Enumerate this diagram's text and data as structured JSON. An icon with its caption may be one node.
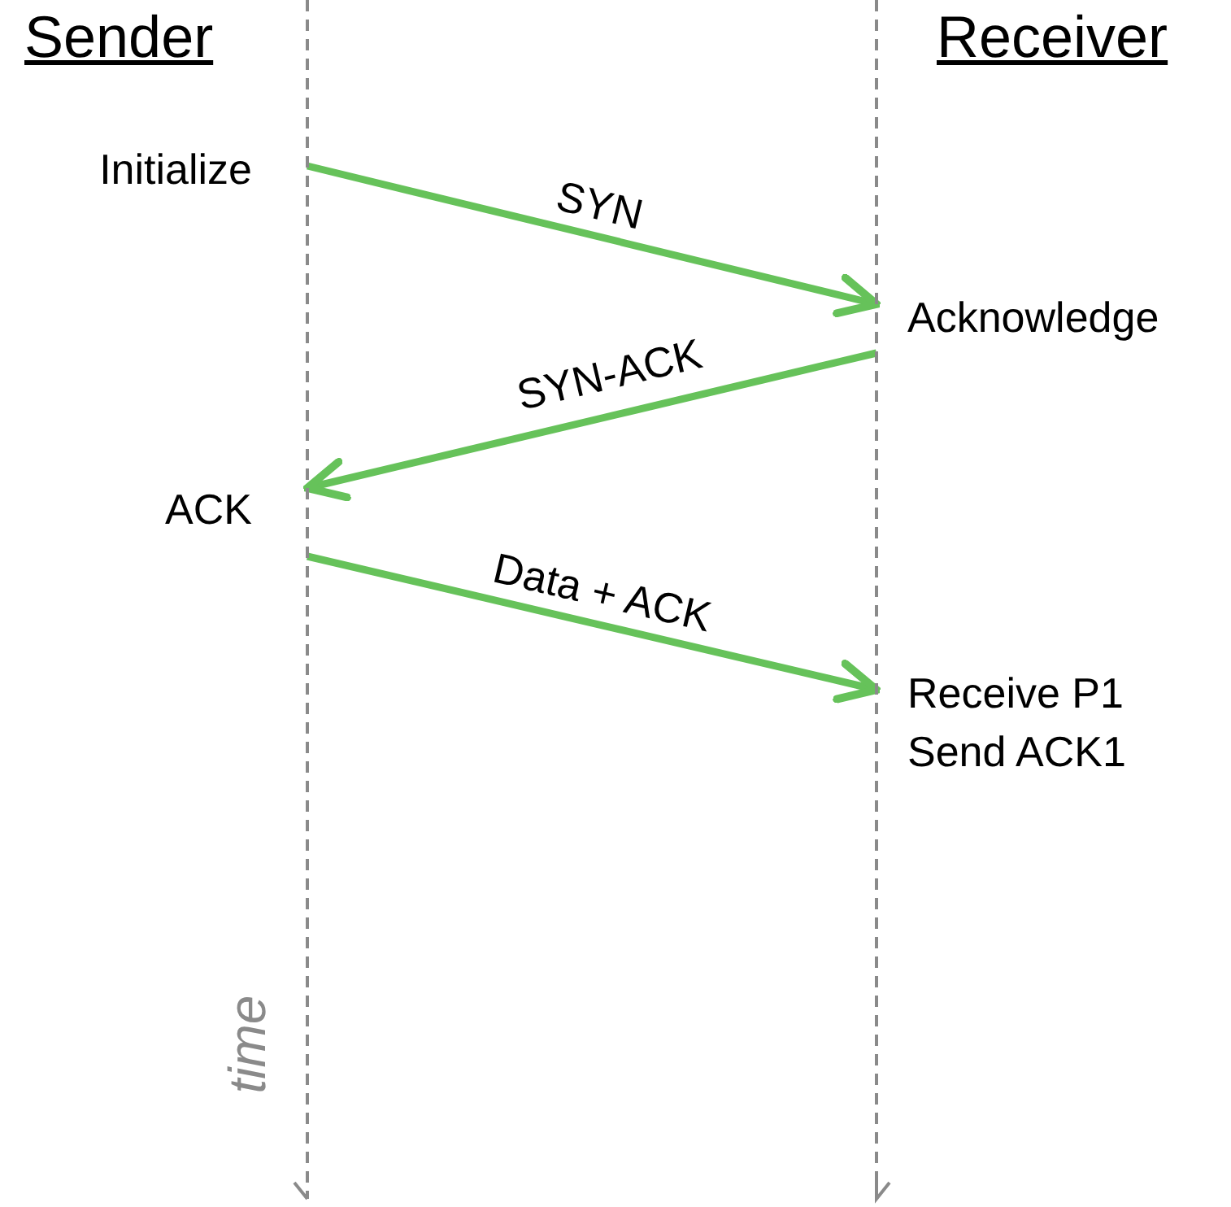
{
  "diagram": {
    "nodes": [
      {
        "text": [
          "Sender"
        ]
      },
      {
        "text": [
          "Receiver"
        ]
      }
    ],
    "edges": [
      {
        "from": 0,
        "to": 1,
        "arrow": "to",
        "label": "SYN"
      },
      {
        "from": 1,
        "to": 0,
        "arrow": "to",
        "label": "SYN-ACK"
      },
      {
        "from": 0,
        "to": 1,
        "arrow": "to",
        "label": "Data + ACK"
      }
    ],
    "labels": [
      "Initialize",
      "Acknowledge",
      "ACK",
      "Receive P1 Send ACK1",
      "time"
    ]
  }
}
